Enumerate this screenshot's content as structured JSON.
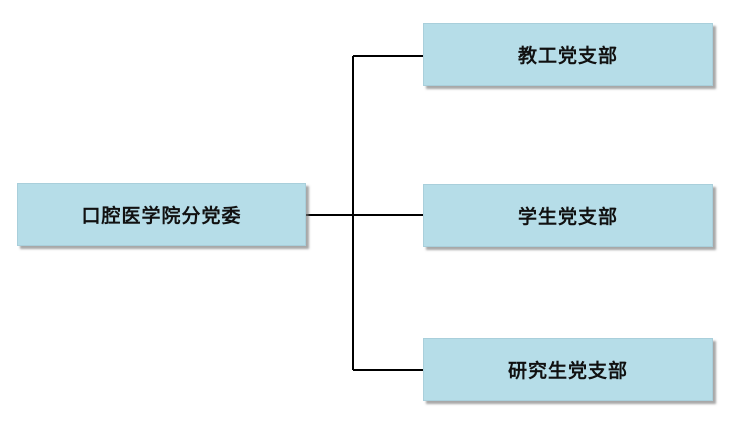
{
  "diagram": {
    "root": {
      "label": "口腔医学院分党委"
    },
    "children": [
      {
        "label": "教工党支部"
      },
      {
        "label": "学生党支部"
      },
      {
        "label": "研究生党支部"
      }
    ]
  },
  "colors": {
    "node_fill": "#b6dde8",
    "node_border": "#a9cfdb",
    "connector": "#000000"
  }
}
